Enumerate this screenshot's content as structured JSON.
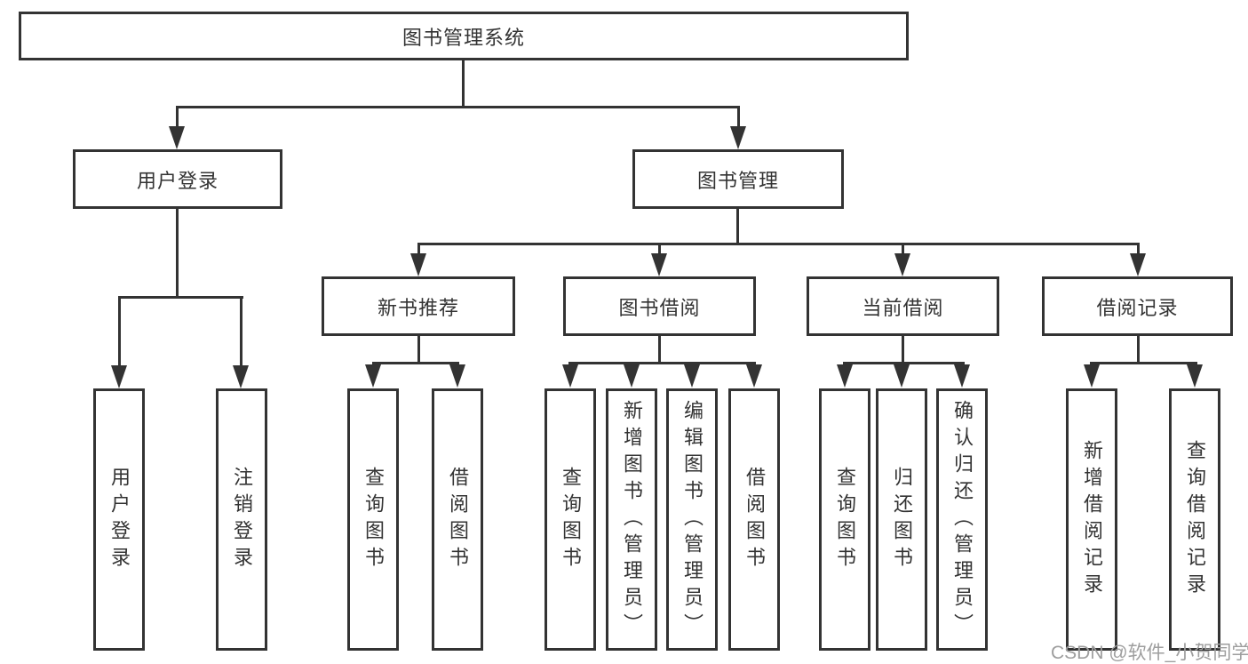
{
  "diagram_title": "图书管理系统",
  "tree": {
    "root": {
      "label": "图书管理系统"
    },
    "level1": [
      {
        "label": "用户登录"
      },
      {
        "label": "图书管理"
      }
    ],
    "user_login_children": [
      {
        "label": "用户登录"
      },
      {
        "label": "注销登录"
      }
    ],
    "book_mgmt_groups": [
      {
        "label": "新书推荐",
        "children": [
          {
            "label": "查询图书"
          },
          {
            "label": "借阅图书"
          }
        ]
      },
      {
        "label": "图书借阅",
        "children": [
          {
            "label": "查询图书"
          },
          {
            "label": "新增图书（管理员）"
          },
          {
            "label": "编辑图书（管理员）"
          },
          {
            "label": "借阅图书"
          }
        ]
      },
      {
        "label": "当前借阅",
        "children": [
          {
            "label": "查询图书"
          },
          {
            "label": "归还图书"
          },
          {
            "label": "确认归还（管理员）"
          }
        ]
      },
      {
        "label": "借阅记录",
        "children": [
          {
            "label": "新增借阅记录"
          },
          {
            "label": "查询借阅记录"
          }
        ]
      }
    ]
  },
  "watermark": {
    "text": "CSDN @软件_小贺同学",
    "color": "#9e9e9e"
  },
  "colors": {
    "line": "#333333",
    "text": "#333333",
    "background": "#ffffff"
  }
}
